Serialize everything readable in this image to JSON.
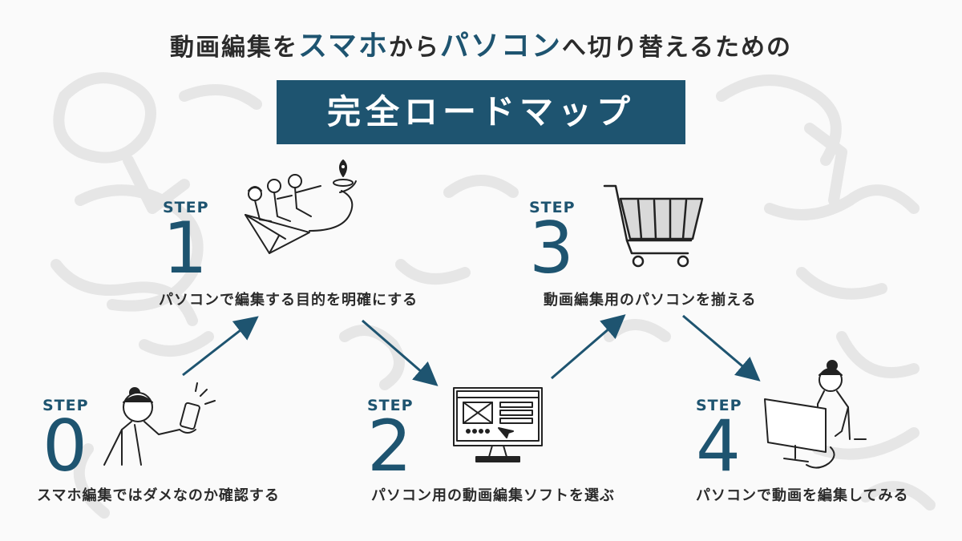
{
  "heading": {
    "part1": "動画編集を",
    "accent1": "スマホ",
    "part2": "から",
    "accent2": "パソコン",
    "part3": "へ切り替えるための"
  },
  "title": "完全ロードマップ",
  "colors": {
    "accent": "#1e5470",
    "text": "#2b2b2b",
    "doodle": "#e8e8e8"
  },
  "steps": [
    {
      "label": "STEP",
      "number": "0",
      "caption": "スマホ編集ではダメなのか確認する",
      "icon": "person-with-phone-icon"
    },
    {
      "label": "STEP",
      "number": "1",
      "caption": "パソコンで編集する目的を明確にする",
      "icon": "people-on-paper-plane-icon"
    },
    {
      "label": "STEP",
      "number": "2",
      "caption": "パソコン用の動画編集ソフトを選ぶ",
      "icon": "monitor-editor-icon"
    },
    {
      "label": "STEP",
      "number": "3",
      "caption": "動画編集用のパソコンを揃える",
      "icon": "shopping-cart-icon"
    },
    {
      "label": "STEP",
      "number": "4",
      "caption": "パソコンで動画を編集してみる",
      "icon": "person-at-computer-icon"
    }
  ]
}
